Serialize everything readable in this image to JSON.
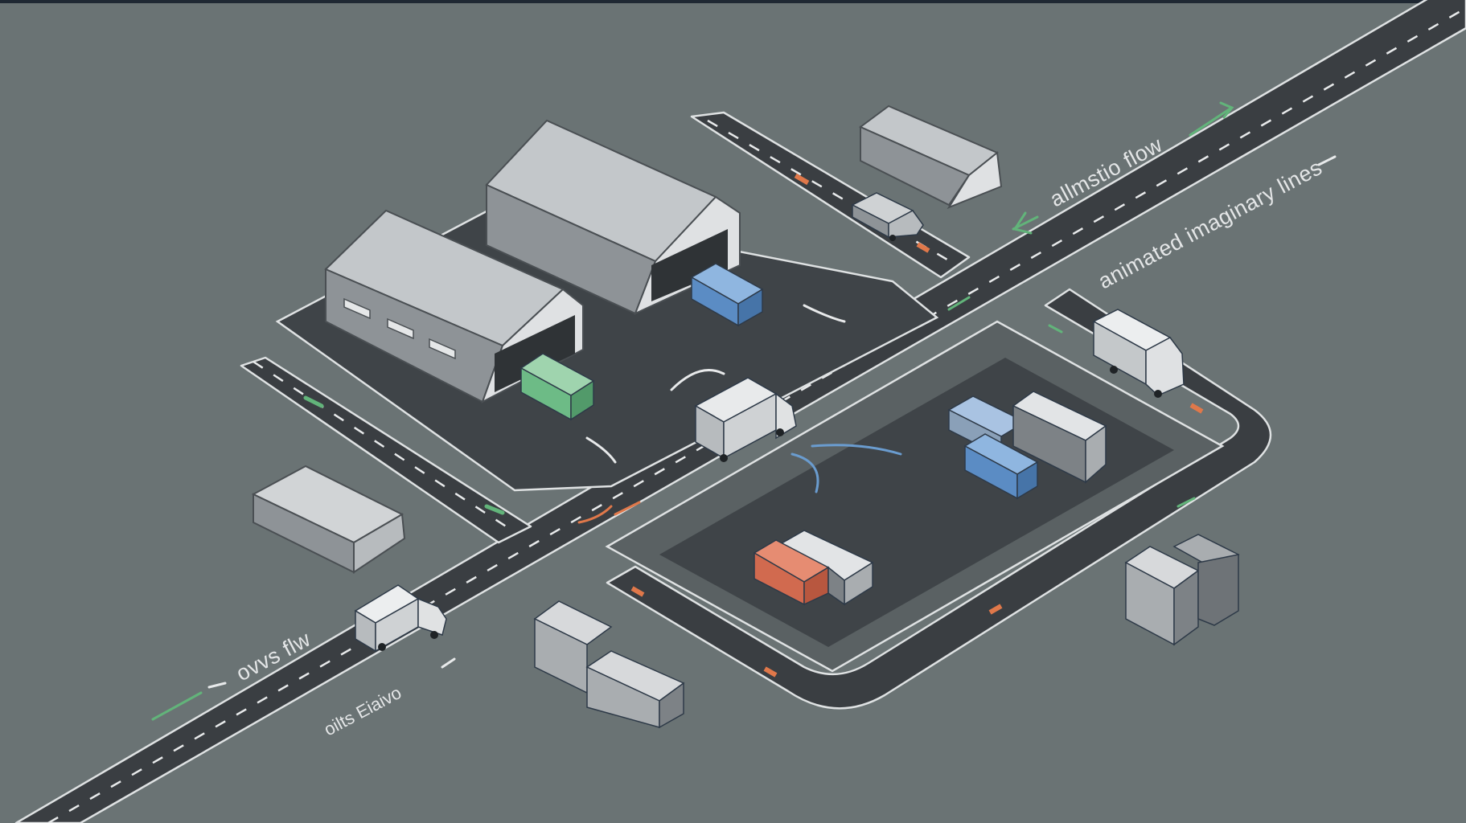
{
  "scene": {
    "description_free": true,
    "background_color": "#6a7374",
    "road_color": "#3a3e42",
    "lot_color": "#4a4f53",
    "accent_green": "#62b47a",
    "accent_orange": "#e0784a",
    "accent_blue": "#6a9ccf"
  },
  "labels": {
    "top_flow": "allmstio flow",
    "imaginary_lines": "animated imaginary lines",
    "left_flow": "ovvs flw",
    "left_small": "oilts Eiaivo"
  },
  "container_colors": {
    "green": "#6dbb86",
    "blue": "#5b8cc4",
    "orange": "#d16a4f",
    "gray_light": "#d7d9db",
    "gray_mid": "#a9adb0",
    "gray_dark": "#7d8286"
  }
}
